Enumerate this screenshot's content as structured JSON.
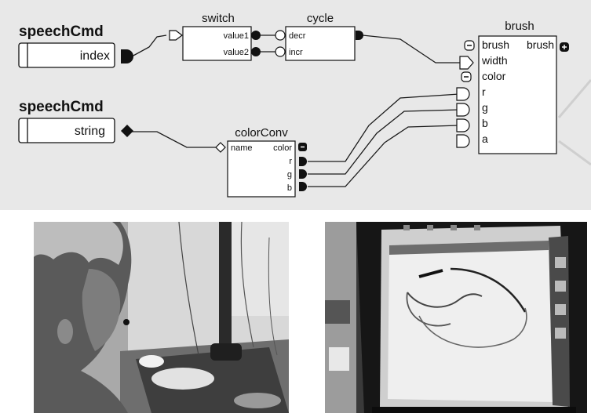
{
  "diagram": {
    "node_speech1": {
      "title": "speechCmd",
      "field": "index"
    },
    "node_speech2": {
      "title": "speechCmd",
      "field": "string"
    },
    "node_switch": {
      "title": "switch",
      "ports": [
        "value1",
        "value2"
      ]
    },
    "node_cycle": {
      "title": "cycle",
      "ports": [
        "decr",
        "incr"
      ]
    },
    "node_colorconv": {
      "title": "colorConv",
      "input_label": "name",
      "output_label": "color",
      "outputs": [
        "r",
        "g",
        "b"
      ]
    },
    "node_brush": {
      "title": "brush",
      "input_label": "brush",
      "output_label": "brush",
      "inputs": [
        "width",
        "color",
        "r",
        "g",
        "b",
        "a"
      ]
    }
  },
  "photos": {
    "left": {
      "subject": "man-speaking-at-desk"
    },
    "right": {
      "subject": "monitor-with-drawing-app"
    }
  },
  "colors": {
    "canvas": "#e8e8e8",
    "node_fill": "#ffffff",
    "wire": "#1a1a1a",
    "port_dark": "#111111"
  }
}
